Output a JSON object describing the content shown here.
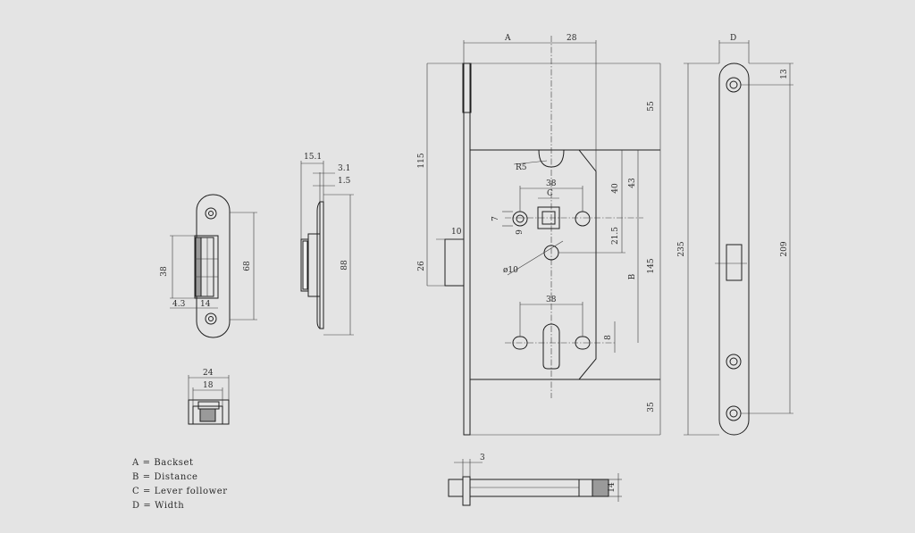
{
  "striker_plate": {
    "dim_38": "38",
    "dim_68": "68",
    "dim_4_3": "4.3",
    "dim_14": "14"
  },
  "striker_side": {
    "dim_15_1": "15.1",
    "dim_3_1": "3.1",
    "dim_1_5": "1.5",
    "dim_88": "88"
  },
  "striker_box": {
    "dim_24": "24",
    "dim_18": "18"
  },
  "lock_body": {
    "dim_A": "A",
    "dim_28": "28",
    "dim_55": "55",
    "dim_115": "115",
    "dim_r5": "R5",
    "dim_38_top": "38",
    "dim_C": "C",
    "dim_40": "40",
    "dim_43": "43",
    "dim_7": "7",
    "dim_9": "9",
    "dim_10": "10",
    "dim_21_5": "21.5",
    "dim_B": "B",
    "dim_145": "145",
    "dim_26": "26",
    "dim_phi10": "ø10",
    "dim_38_bottom": "38",
    "dim_8": "8",
    "dim_35": "35"
  },
  "faceplate": {
    "dim_D": "D",
    "dim_13": "13",
    "dim_235": "235",
    "dim_209": "209"
  },
  "bolt": {
    "dim_3": "3",
    "dim_14": "14"
  },
  "legend": [
    "A = Backset",
    "B = Distance",
    "C = Lever follower",
    "D = Width"
  ]
}
